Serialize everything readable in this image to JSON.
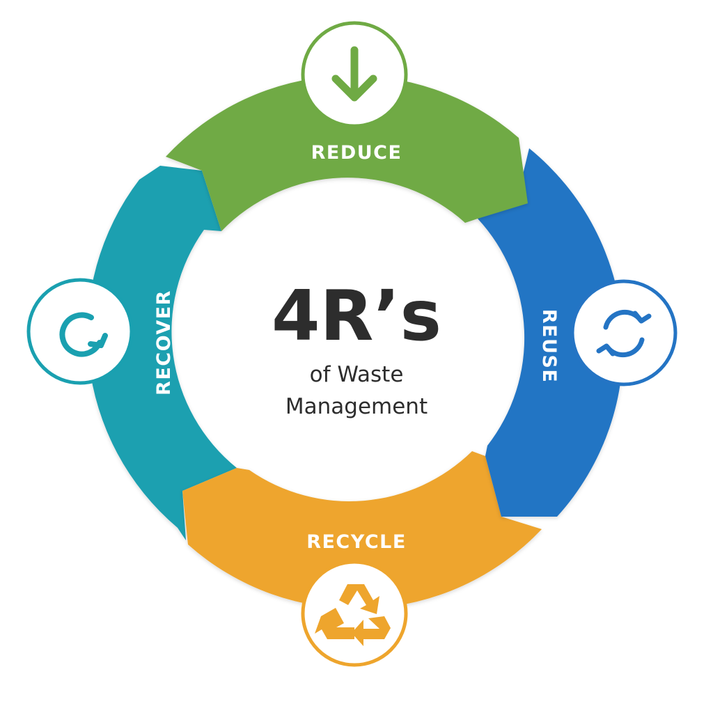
{
  "center": {
    "title": "4R’s",
    "subtitle_line1": "of Waste",
    "subtitle_line2": "Management"
  },
  "stages": [
    {
      "label": "REDUCE",
      "color": "#6faa44",
      "icon": "arrow-down-icon"
    },
    {
      "label": "REUSE",
      "color": "#2474c4",
      "icon": "cycle-arrows-icon"
    },
    {
      "label": "RECYCLE",
      "color": "#eea52d",
      "icon": "recycle-icon"
    },
    {
      "label": "RECOVER",
      "color": "#1aa0b0",
      "icon": "circular-arrow-icon"
    }
  ]
}
